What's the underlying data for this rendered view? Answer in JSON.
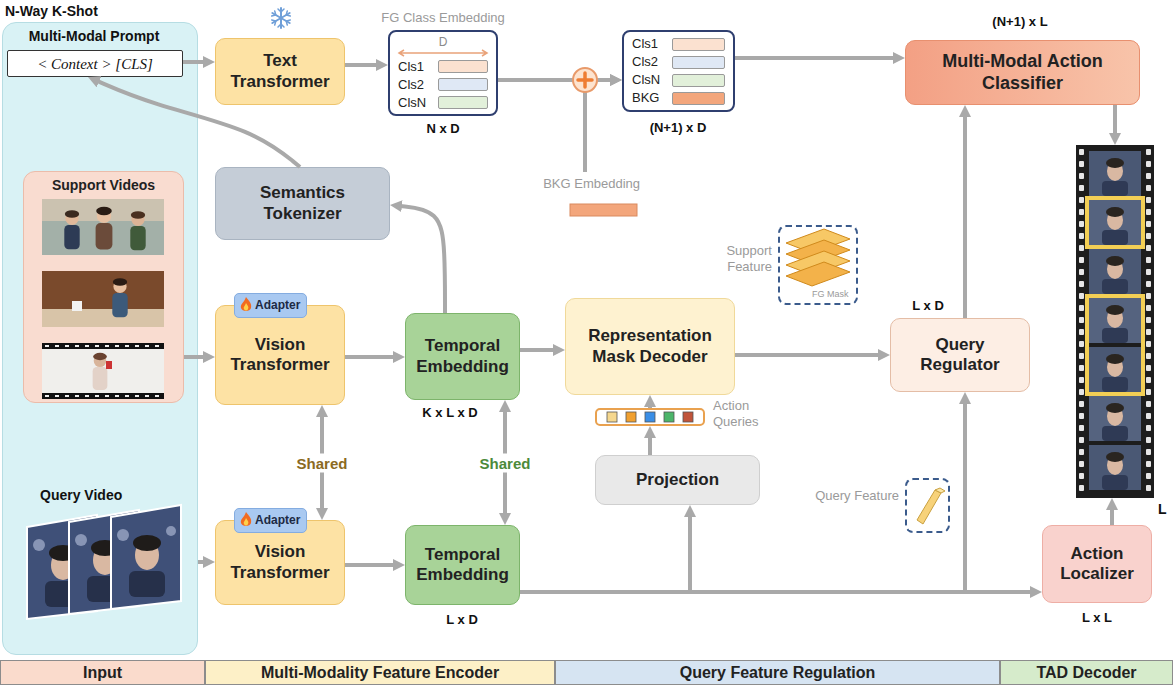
{
  "diagram": {
    "nodes": [
      {
        "text": [
          "N-Way K-Shot"
        ]
      },
      {
        "text": [
          "Multi-Modal Prompt",
          "< Context > [CLS]"
        ],
        "in": 0
      },
      {
        "text": [
          "Support Videos"
        ],
        "in": 0
      },
      {
        "text": [
          "Text Transformer"
        ]
      },
      {
        "text": [
          "FG Class Embedding",
          "D",
          "Cls1",
          "Cls2",
          "ClsN"
        ]
      },
      {
        "text": [
          "Cls1",
          "Cls2",
          "ClsN",
          "BKG"
        ]
      },
      {
        "text": [
          "BKG Embedding"
        ]
      },
      {
        "text": [
          "Multi-Modal Action Classifier"
        ]
      },
      {
        "text": [
          "Semantics Tokenizer"
        ]
      },
      {
        "text": [
          "Vision Transformer"
        ]
      },
      {
        "text": [
          "Adapter"
        ],
        "in": 9
      },
      {
        "text": [
          "Temporal Embedding"
        ]
      },
      {
        "text": [
          "Representation Mask Decoder"
        ]
      },
      {
        "text": [
          "Support Feature",
          "FG Mask"
        ]
      },
      {
        "text": [
          "Query Regulator"
        ]
      },
      {
        "text": [
          "Action Queries"
        ]
      },
      {
        "text": [
          "Projection"
        ]
      },
      {
        "text": [
          "Vision Transformer"
        ]
      },
      {
        "text": [
          "Adapter"
        ],
        "in": 17
      },
      {
        "text": [
          "Temporal Embedding"
        ]
      },
      {
        "text": [
          "Query Feature"
        ]
      },
      {
        "text": [
          "Action Localizer"
        ]
      },
      {
        "text": [
          "L"
        ]
      },
      {
        "text": [
          "Input"
        ]
      },
      {
        "text": [
          "Multi-Modality Feature Encoder"
        ]
      },
      {
        "text": [
          "Query Feature Regulation"
        ]
      },
      {
        "text": [
          "TAD Decoder"
        ]
      }
    ],
    "edges": [
      {
        "from": 1,
        "to": 3,
        "arrow": "to"
      },
      {
        "from": 3,
        "to": 4,
        "arrow": "to"
      },
      {
        "from": 4,
        "to": 5,
        "arrow": "to"
      },
      {
        "from": 6,
        "to": 5,
        "arrow": "to"
      },
      {
        "from": 5,
        "to": 7,
        "arrow": "to"
      },
      {
        "from": 2,
        "to": 9,
        "arrow": "to"
      },
      {
        "from": 9,
        "to": 11,
        "arrow": "to"
      },
      {
        "from": 11,
        "to": 8,
        "arrow": "to"
      },
      {
        "from": 8,
        "to": 1,
        "arrow": "to"
      },
      {
        "from": 11,
        "to": 12,
        "arrow": "to"
      },
      {
        "from": 12,
        "to": 14,
        "arrow": "to"
      },
      {
        "from": 14,
        "to": 7,
        "arrow": "to"
      },
      {
        "from": 7,
        "to": 22,
        "arrow": "to"
      },
      {
        "from": 16,
        "to": 15,
        "arrow": "to"
      },
      {
        "from": 15,
        "to": 12,
        "arrow": "to"
      },
      {
        "from": 0,
        "to": 17,
        "arrow": "to"
      },
      {
        "from": 17,
        "to": 19,
        "arrow": "to"
      },
      {
        "from": 19,
        "to": 21,
        "arrow": "to"
      },
      {
        "from": 19,
        "to": 16,
        "arrow": "to"
      },
      {
        "from": 19,
        "to": 14,
        "arrow": "to"
      },
      {
        "from": 21,
        "to": 22,
        "arrow": "to"
      },
      {
        "from": 9,
        "to": 17,
        "arrow": "both",
        "label": "Shared"
      },
      {
        "from": 11,
        "to": 19,
        "arrow": "both",
        "label": "Shared"
      }
    ],
    "labels": [
      "Query Video",
      "N x D",
      "(N+1) x D",
      "(N+1) x L",
      "K x L x D",
      "L x D",
      "L x D",
      "L x L"
    ]
  }
}
